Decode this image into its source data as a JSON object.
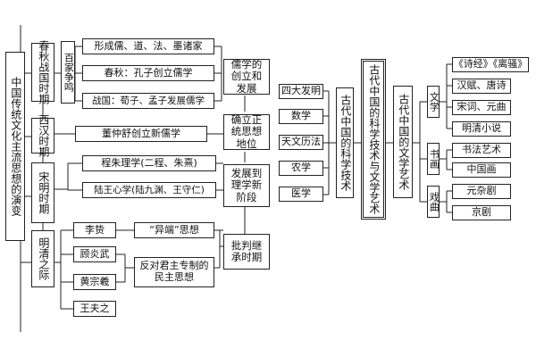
{
  "left": {
    "root": "中国传统文化主流思想的演变",
    "eras": {
      "chunqiu": "春秋战国时期",
      "xihan": "西汉时期",
      "songming": "宋明时期",
      "mingqing": "明清之际"
    },
    "baijia": "百家争鸣",
    "items": {
      "school": "形成儒、道、法、墨诸家",
      "confucius": "春秋：孔子创立儒学",
      "xunmeng": "战国：荀子、孟子发展儒学",
      "dong": "董仲舒创立新儒学",
      "chengzhu": "程朱理学(二程、朱熹)",
      "luwang": "陆王心学(陆九渊、王守仁)",
      "lizhi": "李贽",
      "yiduan": "“异端”思想",
      "gu": "顾炎武",
      "huang": "黄宗羲",
      "wang": "王夫之",
      "fandui": "反对君主专制的民主思想"
    },
    "stages": {
      "s1": "儒学的创立和发展",
      "s2": "确立正统思想地位",
      "s3": "发展到理学新阶段",
      "s4": "批判继承时期"
    }
  },
  "middle": {
    "science_title": "古代中国的科学技术",
    "science_items": [
      "四大发明",
      "数学",
      "天文历法",
      "农学",
      "医学"
    ],
    "center_title": "古代中国的科学技术与文学艺术"
  },
  "right": {
    "art_title": "古代中国的文学艺术",
    "categories": {
      "wenxue": "文学",
      "shuhua": "书画",
      "xiqu": "戏曲"
    },
    "wenxue_items": [
      "《诗经》《离骚》",
      "汉赋、唐诗",
      "宋词、元曲",
      "明清小说"
    ],
    "shuhua_items": [
      "书法艺术",
      "中国画"
    ],
    "xiqu_items": [
      "元杂剧",
      "京剧"
    ]
  }
}
